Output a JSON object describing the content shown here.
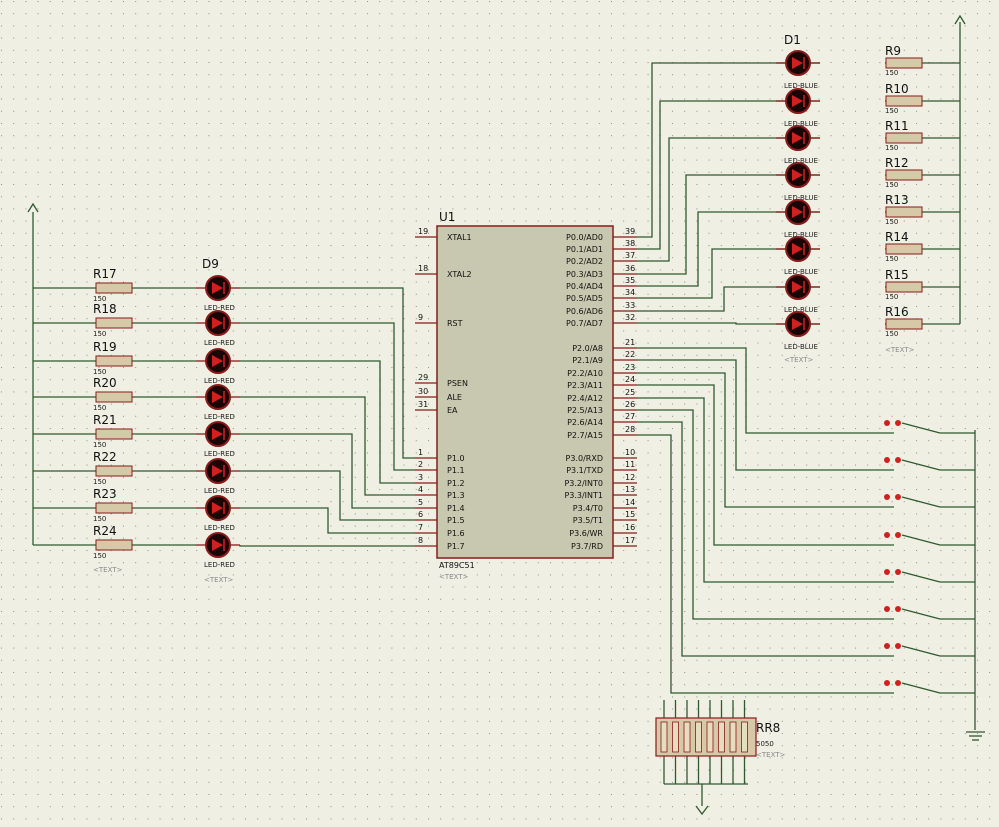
{
  "colors": {
    "background": "#efefe4",
    "grid": "#8a8a80",
    "wire": "#2f5a2f",
    "body": "#8a1a1a",
    "chip_fill": "#c8c8b0",
    "resistor_fill": "#d6c9a8",
    "led_fill": "#1a0505"
  },
  "mcu": {
    "ref": "U1",
    "part": "AT89C51",
    "text": "<TEXT>",
    "left_pins": [
      {
        "num": "19",
        "name": "XTAL1"
      },
      {
        "num": "18",
        "name": "XTAL2"
      },
      {
        "num": "9",
        "name": "RST"
      },
      {
        "num": "29",
        "name": "PSEN"
      },
      {
        "num": "30",
        "name": "ALE"
      },
      {
        "num": "31",
        "name": "EA"
      },
      {
        "num": "1",
        "name": "P1.0"
      },
      {
        "num": "2",
        "name": "P1.1"
      },
      {
        "num": "3",
        "name": "P1.2"
      },
      {
        "num": "4",
        "name": "P1.3"
      },
      {
        "num": "5",
        "name": "P1.4"
      },
      {
        "num": "6",
        "name": "P1.5"
      },
      {
        "num": "7",
        "name": "P1.6"
      },
      {
        "num": "8",
        "name": "P1.7"
      }
    ],
    "right_pins": [
      {
        "num": "39",
        "name": "P0.0/AD0"
      },
      {
        "num": "38",
        "name": "P0.1/AD1"
      },
      {
        "num": "37",
        "name": "P0.2/AD2"
      },
      {
        "num": "36",
        "name": "P0.3/AD3"
      },
      {
        "num": "35",
        "name": "P0.4/AD4"
      },
      {
        "num": "34",
        "name": "P0.5/AD5"
      },
      {
        "num": "33",
        "name": "P0.6/AD6"
      },
      {
        "num": "32",
        "name": "P0.7/AD7"
      },
      {
        "num": "21",
        "name": "P2.0/A8"
      },
      {
        "num": "22",
        "name": "P2.1/A9"
      },
      {
        "num": "23",
        "name": "P2.2/A10"
      },
      {
        "num": "24",
        "name": "P2.3/A11"
      },
      {
        "num": "25",
        "name": "P2.4/A12"
      },
      {
        "num": "26",
        "name": "P2.5/A13"
      },
      {
        "num": "27",
        "name": "P2.6/A14"
      },
      {
        "num": "28",
        "name": "P2.7/A15"
      },
      {
        "num": "10",
        "name": "P3.0/RXD"
      },
      {
        "num": "11",
        "name": "P3.1/TXD"
      },
      {
        "num": "12",
        "name": "P3.2/INT0"
      },
      {
        "num": "13",
        "name": "P3.3/INT1"
      },
      {
        "num": "14",
        "name": "P3.4/T0"
      },
      {
        "num": "15",
        "name": "P3.5/T1"
      },
      {
        "num": "16",
        "name": "P3.6/WR"
      },
      {
        "num": "17",
        "name": "P3.7/RD"
      }
    ]
  },
  "top_leds": {
    "first_label": "D1",
    "part": "LED-BLUE",
    "text": "<TEXT>",
    "resistors": [
      "R9",
      "R10",
      "R11",
      "R12",
      "R13",
      "R14",
      "R15",
      "R16"
    ],
    "resistor_value": "150"
  },
  "left_leds": {
    "first_label": "D9",
    "part": "LED-RED",
    "text": "<TEXT>",
    "resistors": [
      "R17",
      "R18",
      "R19",
      "R20",
      "R21",
      "R22",
      "R23",
      "R24"
    ],
    "resistor_value": "150"
  },
  "rpack": {
    "ref": "RR8",
    "value": "5050",
    "text": "<TEXT>"
  },
  "switches": {
    "count": 8
  }
}
